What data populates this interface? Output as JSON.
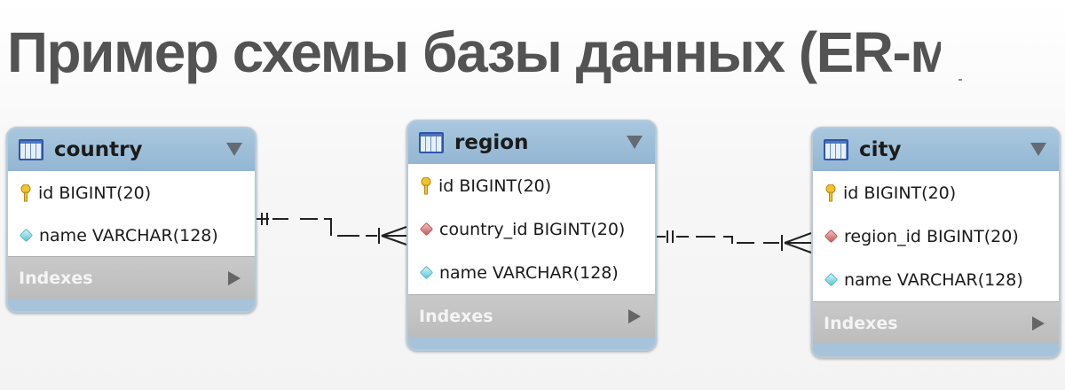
{
  "title": "Пример схемы базы данных (ER-модель",
  "tables": {
    "country": {
      "name": "country",
      "rows": [
        {
          "text": "id BIGINT(20)",
          "kind": "primary-key"
        },
        {
          "text": "name VARCHAR(128)",
          "kind": "column"
        }
      ],
      "indexes_label": "Indexes"
    },
    "region": {
      "name": "region",
      "rows": [
        {
          "text": "id BIGINT(20)",
          "kind": "primary-key"
        },
        {
          "text": "country_id BIGINT(20)",
          "kind": "foreign-key"
        },
        {
          "text": "name VARCHAR(128)",
          "kind": "column"
        }
      ],
      "indexes_label": "Indexes"
    },
    "city": {
      "name": "city",
      "rows": [
        {
          "text": "id BIGINT(20)",
          "kind": "primary-key"
        },
        {
          "text": "region_id BIGINT(20)",
          "kind": "foreign-key"
        },
        {
          "text": "name VARCHAR(128)",
          "kind": "column"
        }
      ],
      "indexes_label": "Indexes"
    }
  },
  "relationships": [
    {
      "from": "country",
      "to": "region",
      "type": "one-to-many",
      "line": "dashed"
    },
    {
      "from": "region",
      "to": "city",
      "type": "one-to-many",
      "line": "dashed"
    }
  ],
  "icons": {
    "table": "table-icon",
    "primary_key": "key-icon",
    "foreign_key": "red-diamond-icon",
    "column": "blue-diamond-icon",
    "menu": "triangle-down-icon",
    "expand": "triangle-right-icon"
  },
  "colors": {
    "header": "#9fbfd9",
    "indexes_bar": "#c4c4c4",
    "title_text": "#535353"
  }
}
